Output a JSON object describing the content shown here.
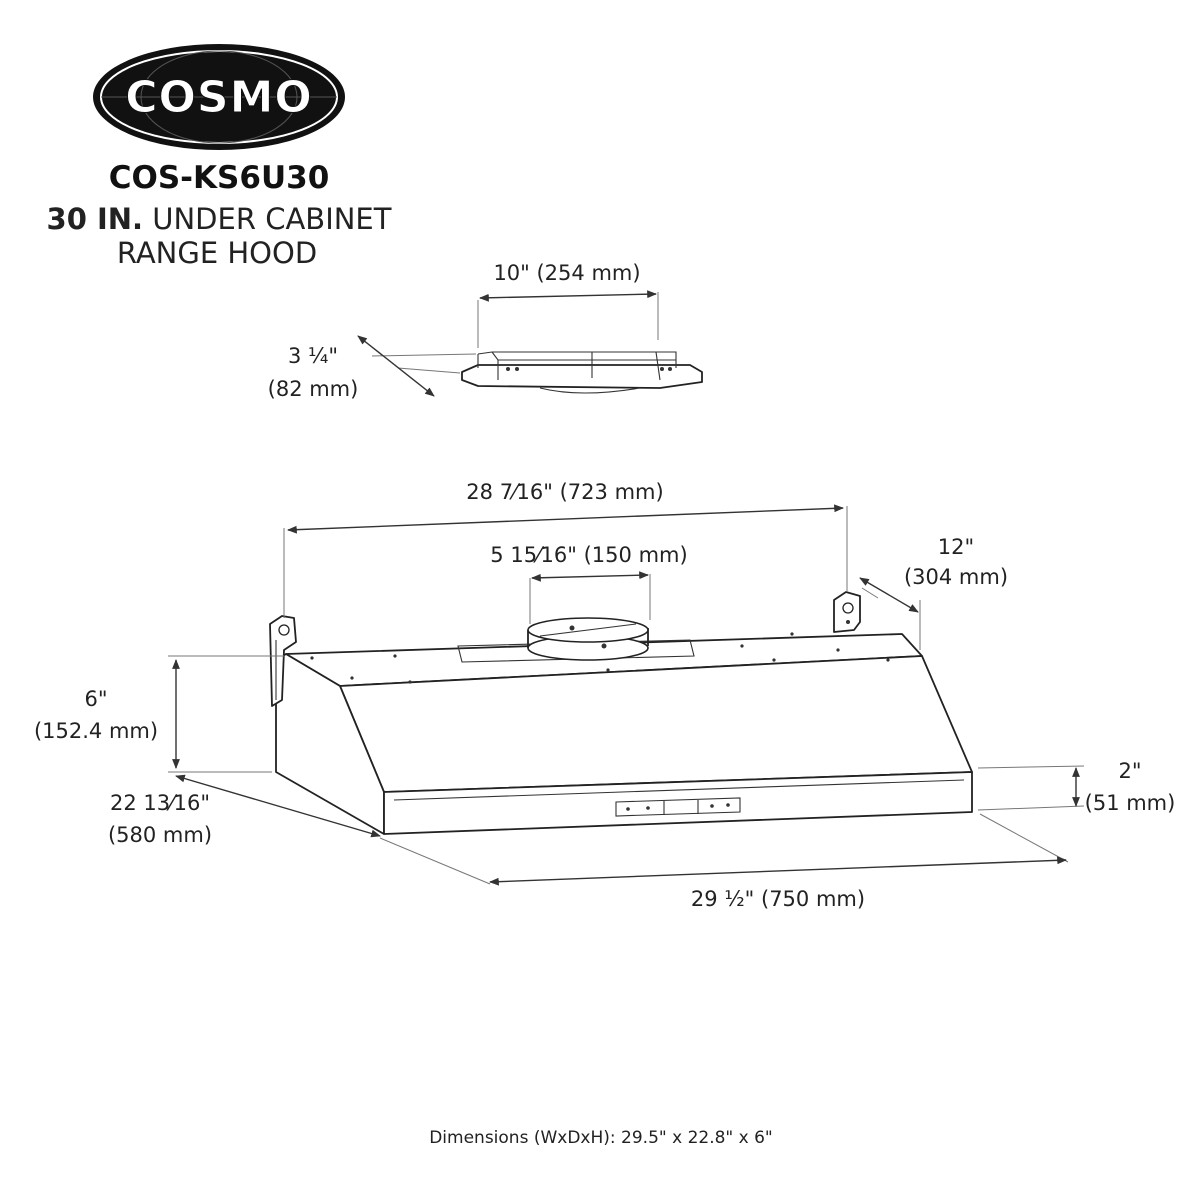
{
  "brand": {
    "logo_text": "COSMO"
  },
  "product": {
    "model": "COS-KS6U30",
    "size_bold": "30 IN.",
    "title_line1_rest": " UNDER CABINET",
    "title_line2": "RANGE HOOD"
  },
  "dimensions": {
    "bracket_width": "10\" (254 mm)",
    "bracket_depth_in": "3 ¼\"",
    "bracket_depth_mm": "(82 mm)",
    "mount_width": "28 7⁄16\" (723 mm)",
    "duct_diameter": "5 15⁄16\" (150 mm)",
    "side_depth_in": "12\"",
    "side_depth_mm": "(304 mm)",
    "height_in": "6\"",
    "height_mm": "(152.4 mm)",
    "depth_in": "22 13⁄16\"",
    "depth_mm": "(580 mm)",
    "front_height_in": "2\"",
    "front_height_mm": "(51 mm)",
    "total_width": "29 ½\" (750 mm)"
  },
  "footer": {
    "summary": "Dimensions (WxDxH): 29.5\" x 22.8\" x 6\""
  }
}
